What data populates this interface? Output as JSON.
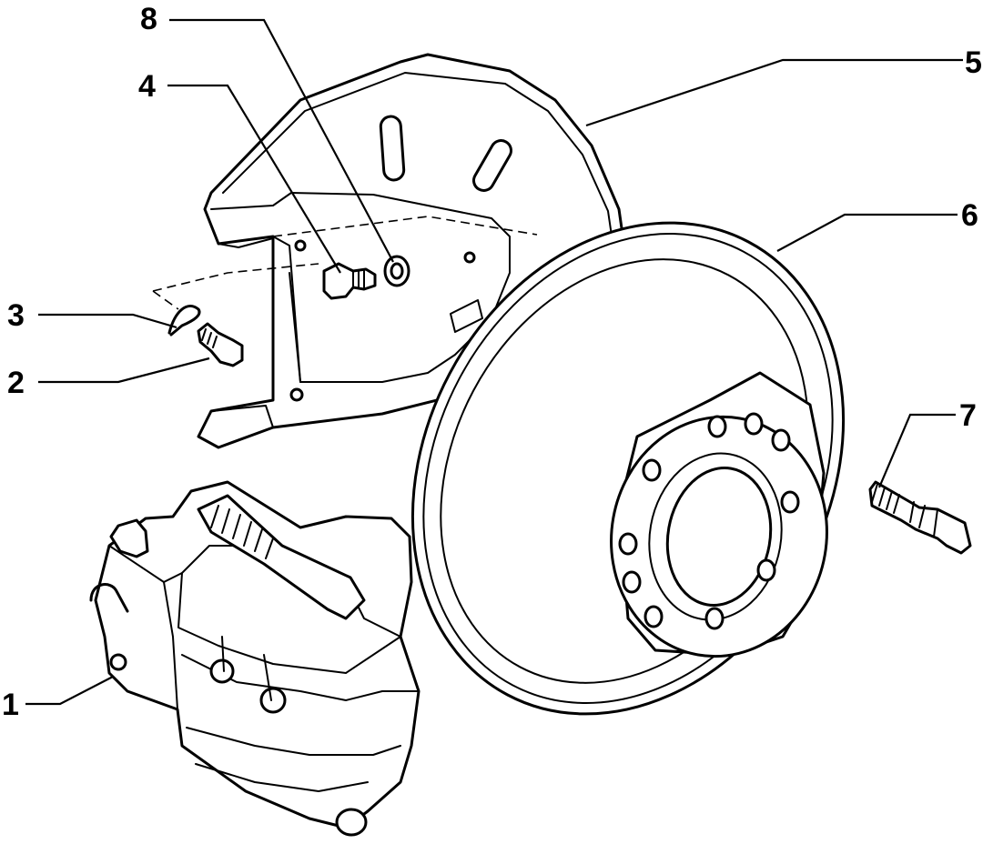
{
  "callouts": [
    {
      "id": "callout-1",
      "label": "1"
    },
    {
      "id": "callout-2",
      "label": "2"
    },
    {
      "id": "callout-3",
      "label": "3"
    },
    {
      "id": "callout-4",
      "label": "4"
    },
    {
      "id": "callout-5",
      "label": "5"
    },
    {
      "id": "callout-6",
      "label": "6"
    },
    {
      "id": "callout-7",
      "label": "7"
    },
    {
      "id": "callout-8",
      "label": "8"
    }
  ]
}
